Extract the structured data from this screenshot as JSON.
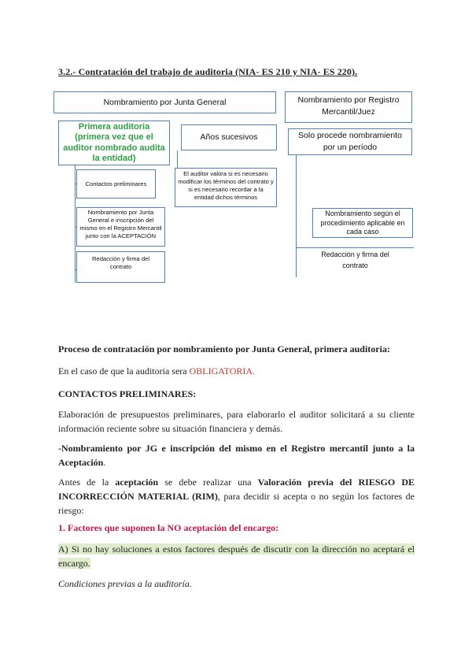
{
  "heading": "3.2.- Contratación del trabajo de auditoria (NIA- ES 210 y NIA- ES 220).",
  "diagram": {
    "left_header": "Nombramiento por Junta General",
    "right_header_line1": "Nombramiento por Registro",
    "right_header_line2": "Mercantil/Juez",
    "primera_line1": "Primera auditoria",
    "primera_line2": "(primera vez que el",
    "primera_line3": "auditor nombrado  audita",
    "primera_line4": "la entidad)",
    "anos": "Años sucesivos",
    "contactos": "Contactos preliminares",
    "nombramiento_jg": "Nombramiento por Junta General e inscripción del mismo en el Registro Mercantil junto con la ACEPTACIÓN",
    "redaccion_left": "Redacción y firma del contrato",
    "valora": "El auditor valora si es necesario modificar los términos del contrato y si es necesario recordar a la entidad dichos términos",
    "solo_procede": "Solo procede nombramiento por un período",
    "nombramiento_segun": "Nombramiento según el procedimiento aplicable en cada caso",
    "redaccion_right_line1": "Redacción y firma del",
    "redaccion_right_line2": "contrato"
  },
  "body": {
    "p1": "Proceso de contratación por nombramiento por Junta General, primera auditoria:",
    "p2_prefix": "En el caso de que la auditoria sera ",
    "p2_red": "OBLIGATORIA.",
    "p3": "CONTACTOS PRELIMINARES:",
    "p4": "Elaboración de presupuestos preliminares, para elaborarlo el auditor solicitará a su cliente información reciente sobre su situación financiera y demás.",
    "p5_bold": "-Nombramiento por JG e inscripción del mismo en el Registro mercantil junto a la Aceptación",
    "p5_tail": ".",
    "p6_a": "Antes de la ",
    "p6_b": "aceptación",
    "p6_c": " se debe realizar una ",
    "p6_d": "Valoración previa del RIESGO DE INCORRECCIÓN MATERIAL (RIM)",
    "p6_e": ", para decidir si acepta o no según los factores de riesgo:",
    "p7": "1. Factores que suponen la NO aceptación del encargo:",
    "p8": "A) Si no hay soluciones a estos factores después de discutir con la dirección no aceptará el encargo.",
    "p9": "Condiciones previas a la auditoría."
  }
}
